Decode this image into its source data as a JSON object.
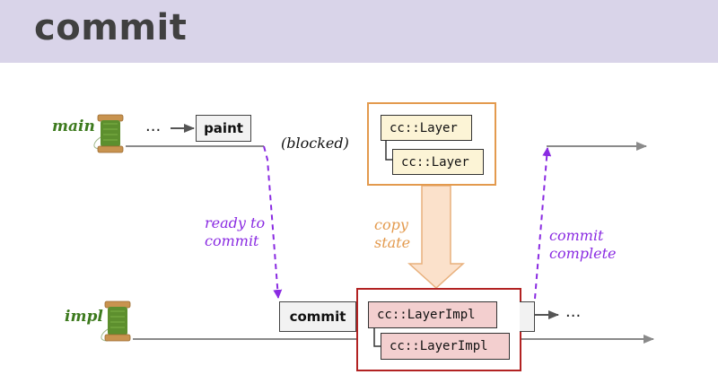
{
  "slide": {
    "title": "commit"
  },
  "threads": {
    "main_label": "main",
    "impl_label": "impl"
  },
  "main_row": {
    "ellipsis": "...",
    "paint_label": "paint",
    "blocked_note": "(blocked)"
  },
  "impl_row": {
    "commit_label": "commit",
    "ellipsis": "..."
  },
  "main_tree": {
    "root": "cc::Layer",
    "child": "cc::Layer"
  },
  "impl_tree": {
    "root": "cc::LayerImpl",
    "child": "cc::LayerImpl"
  },
  "annotations": {
    "ready_line1": "ready to",
    "ready_line2": "commit",
    "copy_line1": "copy",
    "copy_line2": "state",
    "complete_line1": "commit",
    "complete_line2": "complete"
  },
  "colors": {
    "title_bar": "#d9d4e9",
    "thread_green": "#3d7a1e",
    "annotation_purple": "#8a2be2",
    "copy_orange": "#e39a4e",
    "impl_frame_red": "#b22222",
    "line_gray": "#8a8a8a"
  },
  "icons": {
    "thread_icon": "thread-spool-icon"
  }
}
